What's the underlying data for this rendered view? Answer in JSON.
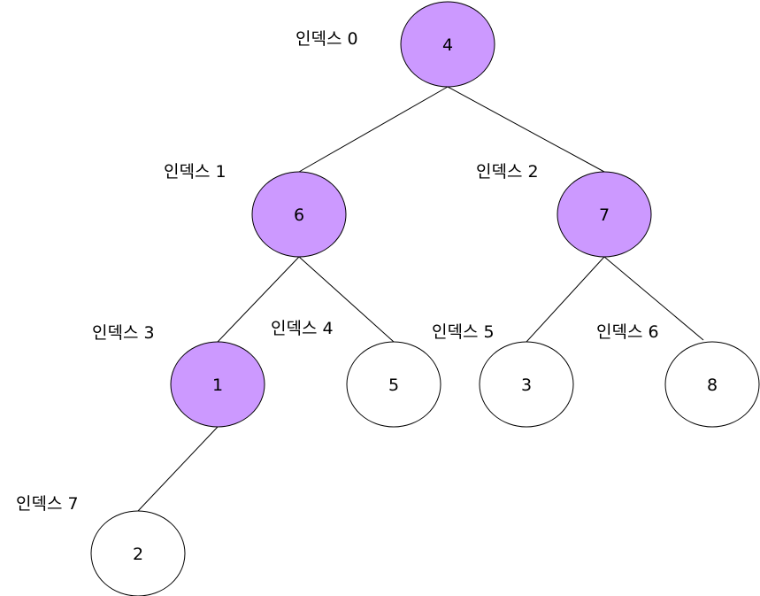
{
  "colors": {
    "highlight": "#cc99ff",
    "plain": "#ffffff",
    "stroke": "#000000"
  },
  "tree": {
    "nodes": [
      {
        "id": "n0",
        "value": "4",
        "label": "인덱스 0",
        "highlighted": true
      },
      {
        "id": "n1",
        "value": "6",
        "label": "인덱스 1",
        "highlighted": true
      },
      {
        "id": "n2",
        "value": "7",
        "label": "인덱스 2",
        "highlighted": true
      },
      {
        "id": "n3",
        "value": "1",
        "label": "인덱스 3",
        "highlighted": true
      },
      {
        "id": "n4",
        "value": "5",
        "label": "인덱스 4",
        "highlighted": false
      },
      {
        "id": "n5",
        "value": "3",
        "label": "인덱스 5",
        "highlighted": false
      },
      {
        "id": "n6",
        "value": "8",
        "label": "인덱스 6",
        "highlighted": false
      },
      {
        "id": "n7",
        "value": "2",
        "label": "인덱스 7",
        "highlighted": false
      }
    ],
    "edges": [
      {
        "from": "n0",
        "to": "n1"
      },
      {
        "from": "n0",
        "to": "n2"
      },
      {
        "from": "n1",
        "to": "n3"
      },
      {
        "from": "n1",
        "to": "n4"
      },
      {
        "from": "n2",
        "to": "n5"
      },
      {
        "from": "n2",
        "to": "n6"
      },
      {
        "from": "n3",
        "to": "n7"
      }
    ]
  }
}
